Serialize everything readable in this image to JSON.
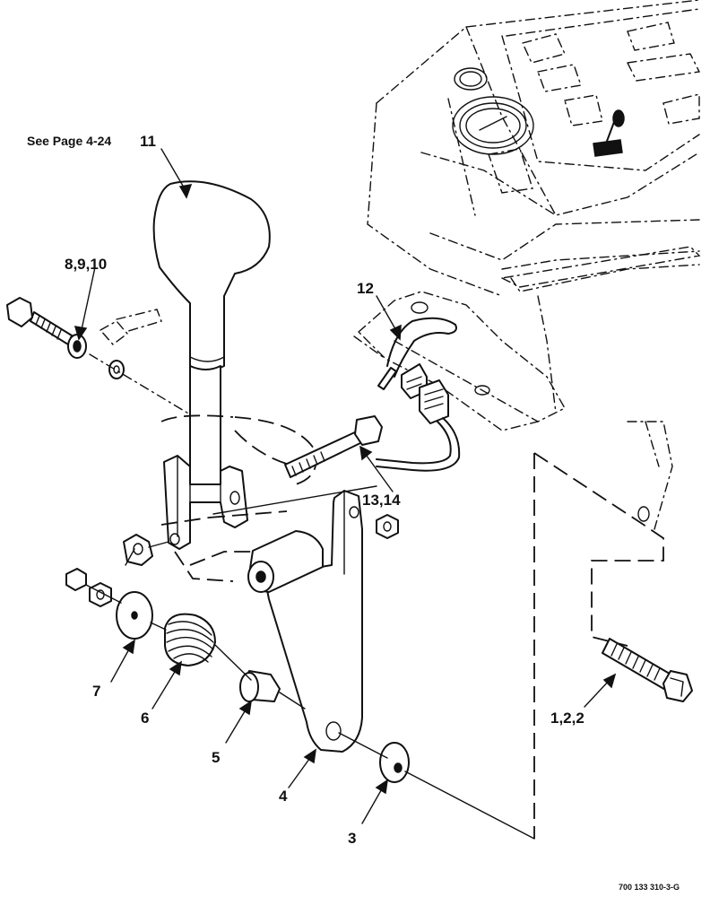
{
  "reference_note": "See Page 4-24",
  "drawing_number": "700 133 310-3-G",
  "callouts": {
    "c11": "11",
    "c8_9_10": "8,9,10",
    "c12": "12",
    "c13_14": "13,14",
    "c7": "7",
    "c6": "6",
    "c5": "5",
    "c4": "4",
    "c3": "3",
    "c1_2_2": "1,2,2"
  }
}
